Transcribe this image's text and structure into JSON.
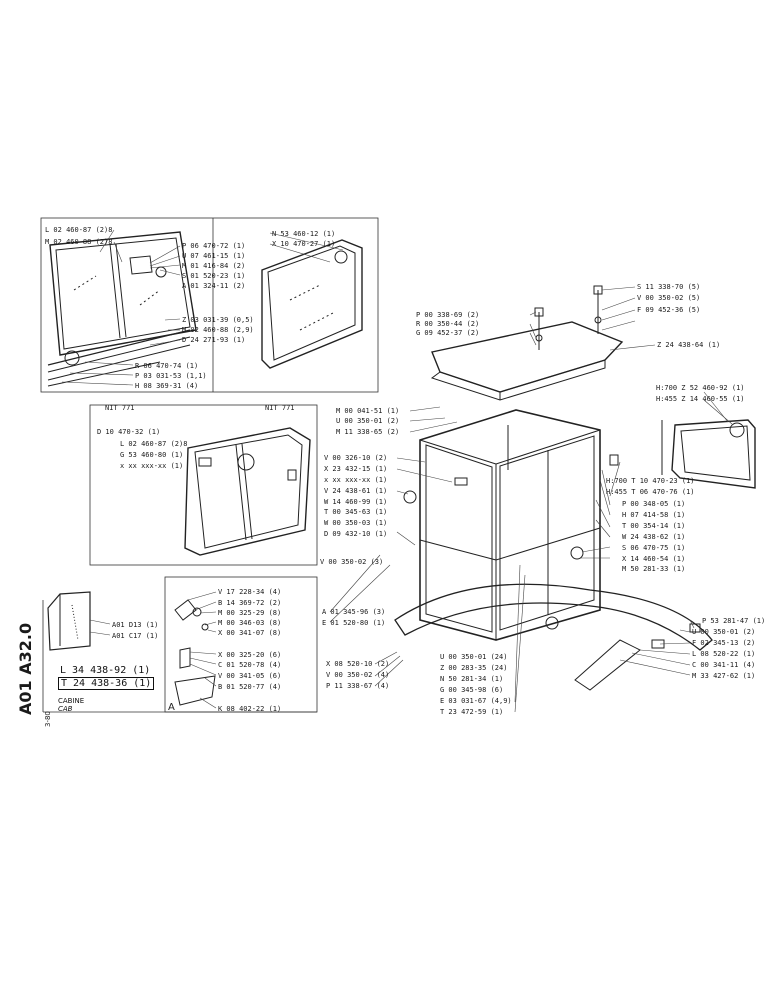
{
  "sheet": {
    "code": "A01 A32.0",
    "date": "3-80",
    "title_fr": "CABINE",
    "title_en": "CAB",
    "main_refs": [
      "L 34 438-92 (1)",
      "T 24 438-36 (1)"
    ],
    "nit_a": "NIT 771",
    "nit_b": "NIT 771",
    "view_letter": "A"
  },
  "labels": {
    "door_left": [
      "L 02 460-87 (2)8",
      "M 02 460-88 (2)8",
      "P 06 470-72 (1)",
      "U 07 461-15 (1)",
      "M 01 416-84 (2)",
      "S 01 520-23 (1)",
      "A 01 324-11 (2)",
      "Z 03 031-39 (0,5)",
      "M 02 460-88 (2,9)",
      "D 24 271-93 (1)",
      "R 06 470-74 (1)",
      "P 03 031-53 (1,1)",
      "H 08 369-31 (4)"
    ],
    "window_right": [
      "N 53 460-12 (1)",
      "X 10 470-27 (1)"
    ],
    "door_middle": [
      "D 10 470-32 (1)",
      "L 02 460-87 (2)8",
      "G 53 460-80 (1)",
      "x xx xxx-xx (1)"
    ],
    "roof": [
      "P 00 338-69 (2)",
      "R 00 350-44 (2)",
      "G 09 452-37 (2)",
      "S 11 338-70 (5)",
      "V 00 350-02 (5)",
      "F 09 452-36 (5)",
      "Z 24 438-64 (1)"
    ],
    "rear_window": [
      "H:700 Z 52 460-92 (1)",
      "H:455 Z 14 460-55 (1)",
      "H:700 T 10 470-23 (1)",
      "H:455 T 06 470-76 (1)"
    ],
    "cab_left": [
      "M 00 041-51 (1)",
      "U 00 350-01 (2)",
      "M 11 338-65 (2)",
      "V 00 326-10 (2)",
      "X 23 432-15 (1)",
      "x xx xxx-xx (1)",
      "V 24 438-61 (1)",
      "W 14 460-99 (1)",
      "T 00 345-63 (1)",
      "W 00 350-03 (1)",
      "D 09 432-10 (1)",
      "V 00 350-02 (3)"
    ],
    "cab_right": [
      "P 00 348-05 (1)",
      "H 07 414-58 (1)",
      "T 00 354-14 (1)",
      "W 24 438-62 (1)",
      "S 06 470-75 (1)",
      "X 14 460-54 (1)",
      "M 50 281-33 (1)"
    ],
    "fender": [
      "P 53 281-47 (1)",
      "U 00 350-01 (2)",
      "F 02 345-13 (2)",
      "L 08 520-22 (1)",
      "C 00 341-11 (4)",
      "M 33 427-62 (1)"
    ],
    "cab_bottom": [
      "U 00 350-01 (24)",
      "Z 00 283-35 (24)",
      "N 50 281-34 (1)",
      "G 00 345-98 (6)",
      "E 03 031-67 (4,9)",
      "T 23 472-59 (1)"
    ],
    "cab_center": [
      "A 01 345-96 (3)",
      "E 01 520-80 (1)",
      "X 08 520-10 (2)",
      "V 00 350-02 (4)",
      "P 11 338-67 (4)"
    ],
    "hardware": [
      "V 17 228-34 (4)",
      "B 14 369-72 (2)",
      "M 00 325-29 (8)",
      "M 00 346-03 (8)",
      "X 00 341-07 (8)",
      "X 00 325-20 (6)",
      "C 01 520-78 (4)",
      "V 00 341-05 (6)",
      "B 01 520-77 (4)",
      "K 08 402-22 (1)"
    ],
    "seat_box": [
      "A01 D13 (1)",
      "A01 C17 (1)"
    ]
  }
}
